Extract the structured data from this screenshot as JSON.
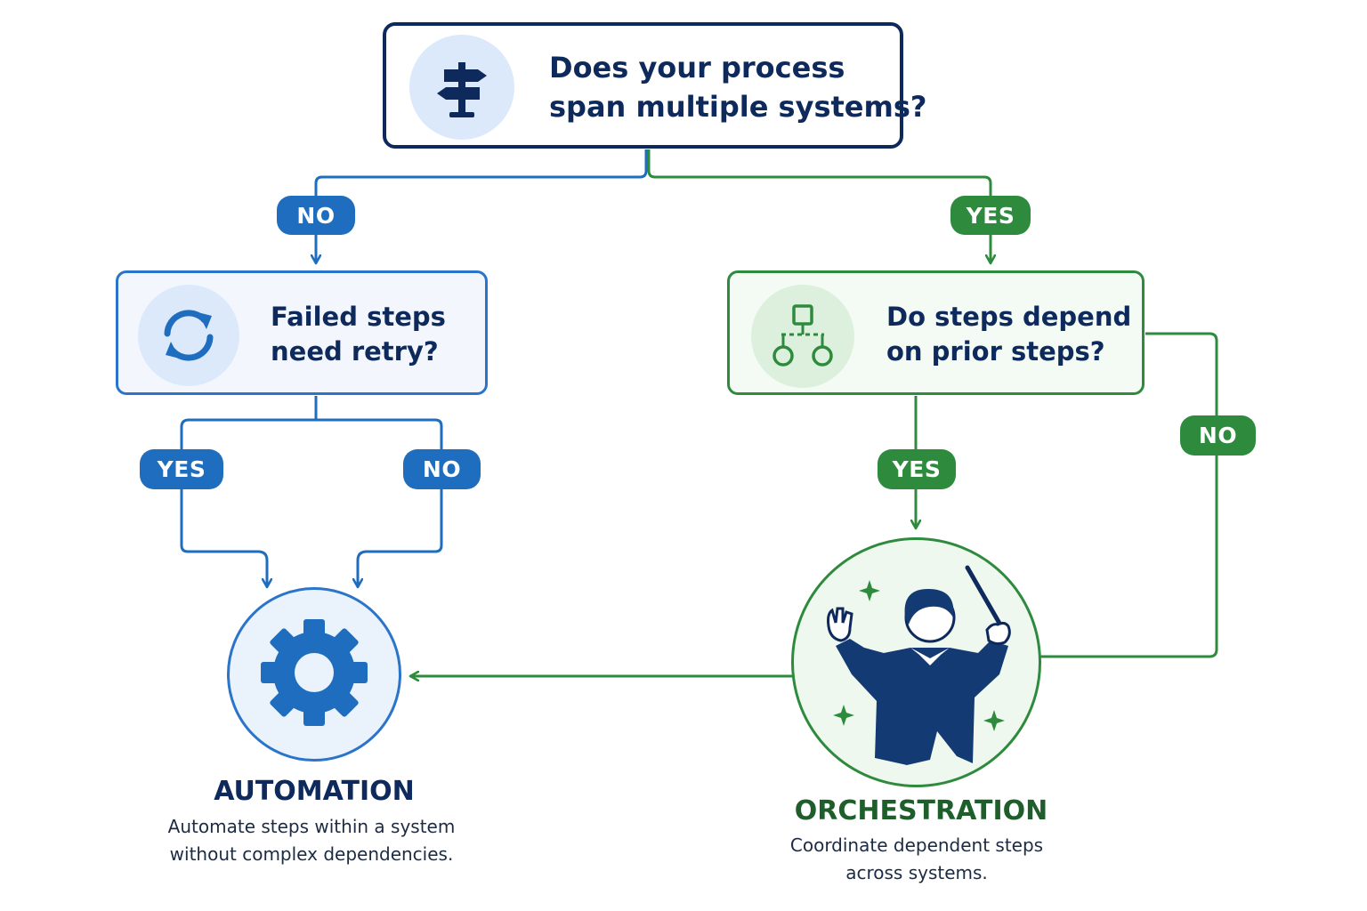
{
  "colors": {
    "navy": "#0e2a5c",
    "blue": "#1f6dbf",
    "blue_light": "#e3edfa",
    "green": "#2e8b3e",
    "green_dark": "#1d5e2b",
    "green_light": "#e4f4e5"
  },
  "top_question": {
    "icon": "signpost-icon",
    "lines": [
      "Does your process",
      "span multiple systems?"
    ]
  },
  "left_question": {
    "icon": "refresh-icon",
    "lines": [
      "Failed steps",
      "need retry?"
    ]
  },
  "right_question": {
    "icon": "dependency-tree-icon",
    "lines": [
      "Do steps depend",
      "on prior steps?"
    ]
  },
  "branch_labels": {
    "top_no": "NO",
    "top_yes": "YES",
    "left_yes": "YES",
    "left_no": "NO",
    "right_yes": "YES",
    "right_no": "NO"
  },
  "automation": {
    "icon": "gear-icon",
    "title": "AUTOMATION",
    "description": [
      "Automate steps within a system",
      "without complex dependencies."
    ]
  },
  "orchestration": {
    "icon": "conductor-icon",
    "title": "ORCHESTRATION",
    "description": [
      "Coordinate dependent steps",
      "across systems."
    ]
  }
}
